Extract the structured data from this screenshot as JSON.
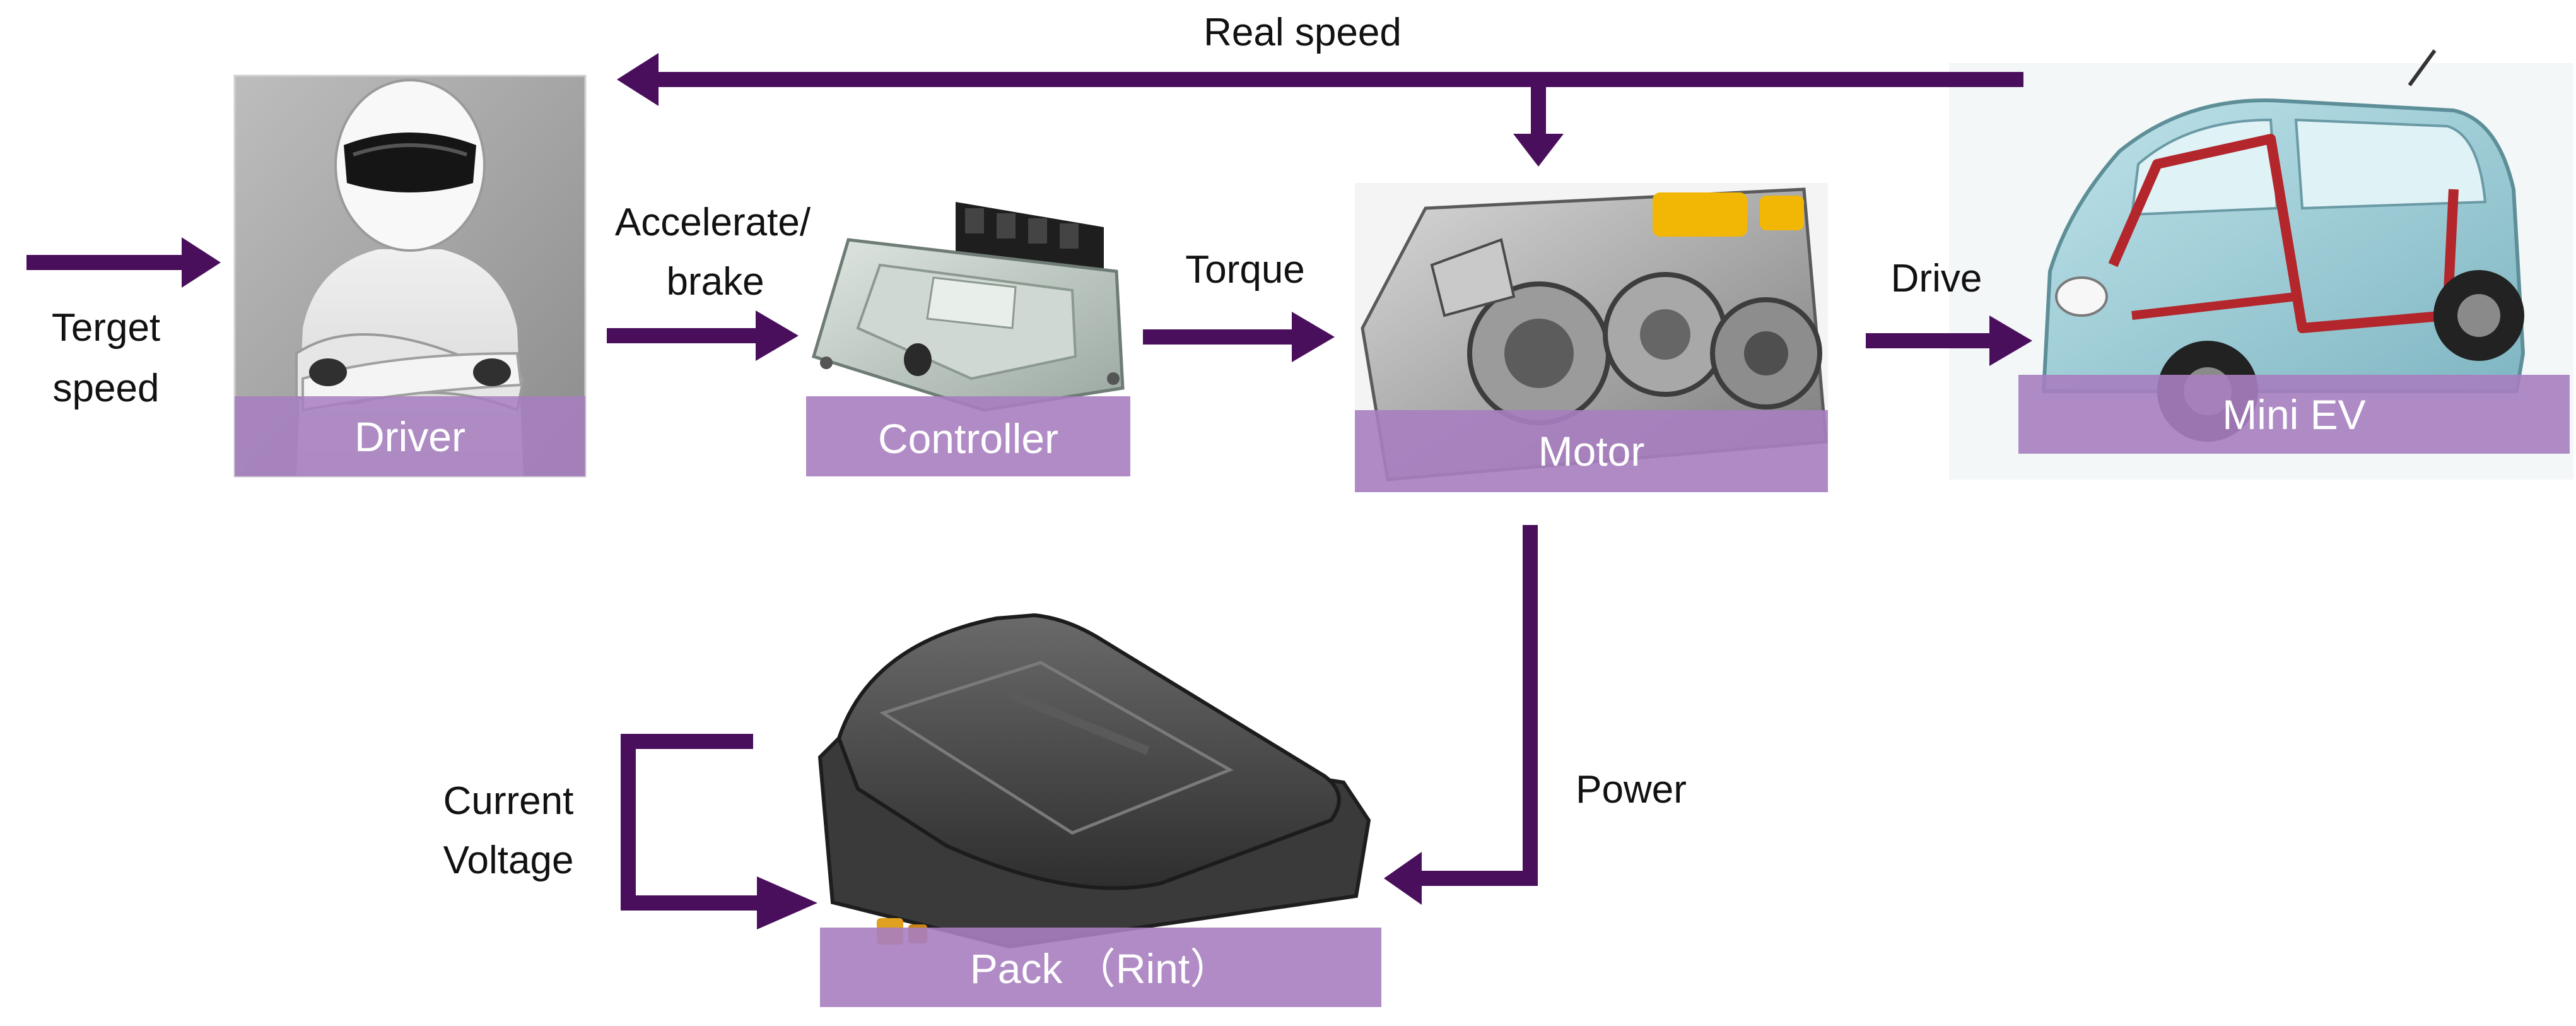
{
  "colors": {
    "arrow": "#4a0f5c",
    "caption_band": "#a77ec0",
    "background": "#ffffff"
  },
  "nodes": {
    "driver": {
      "caption": "Driver",
      "icon": "racing-driver-photo"
    },
    "controller": {
      "caption": "Controller",
      "icon": "ecu-controller-photo"
    },
    "motor": {
      "caption": "Motor",
      "icon": "motor-cutaway-photo"
    },
    "mini_ev": {
      "caption": "Mini EV",
      "icon": "mini-ev-car-photo"
    },
    "pack": {
      "caption": "Pack （Rint）",
      "icon": "battery-pack-photo"
    }
  },
  "labels": {
    "real_speed": "Real speed",
    "target_speed_line1": "Terget",
    "target_speed_line2": "speed",
    "accelerate_line1": "Accelerate/",
    "accelerate_line2": "brake",
    "torque": "Torque",
    "drive": "Drive",
    "power": "Power",
    "current": "Current",
    "voltage": "Voltage"
  }
}
